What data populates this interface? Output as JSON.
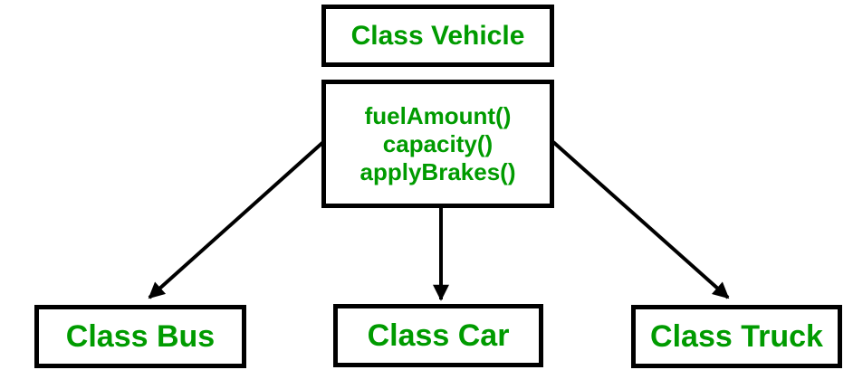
{
  "diagram": {
    "parent_class": {
      "label": "Class Vehicle"
    },
    "parent_methods": {
      "lines": [
        "fuelAmount()",
        "capacity()",
        "applyBrakes()"
      ]
    },
    "child_classes": [
      {
        "label": "Class Bus"
      },
      {
        "label": "Class Car"
      },
      {
        "label": "Class Truck"
      }
    ],
    "edges": [
      {
        "from": "Class Vehicle",
        "to": "Class Bus"
      },
      {
        "from": "Class Vehicle",
        "to": "Class Car"
      },
      {
        "from": "Class Vehicle",
        "to": "Class Truck"
      }
    ],
    "colors": {
      "text_green": "#009B00",
      "border_black": "#000000",
      "background": "#FFFFFF"
    }
  }
}
